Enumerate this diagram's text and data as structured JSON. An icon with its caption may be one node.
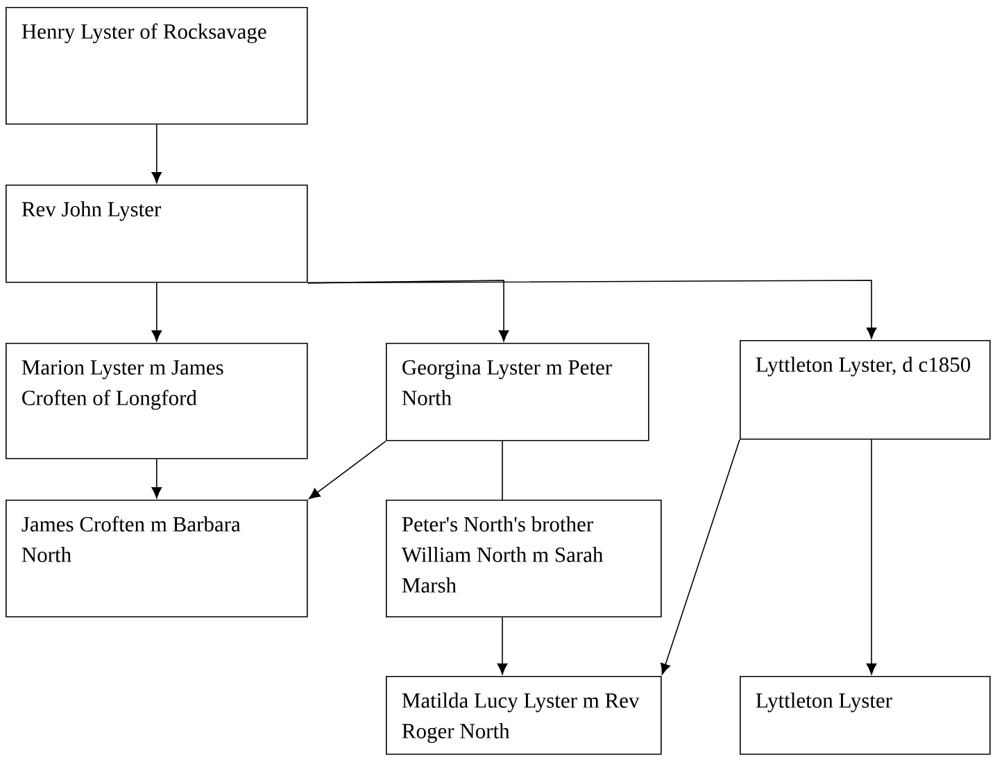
{
  "diagram": {
    "nodes": [
      {
        "text": [
          "Henry Lyster of Rocksavage"
        ]
      },
      {
        "text": [
          "Rev John Lyster"
        ]
      },
      {
        "text": [
          "Marion Lyster m James Croften of Longford"
        ]
      },
      {
        "text": [
          "Georgina Lyster m Peter North"
        ]
      },
      {
        "text": [
          "Lyttleton Lyster, d c1850"
        ]
      },
      {
        "text": [
          "James Croften m Barbara North"
        ]
      },
      {
        "text": [
          "Peter's North's brother William North m Sarah Marsh"
        ]
      },
      {
        "text": [
          "Matilda Lucy Lyster m Rev Roger North"
        ]
      },
      {
        "text": [
          "Lyttleton Lyster"
        ]
      }
    ],
    "edges": [
      {
        "from": 0,
        "to": 1,
        "arrow": "to"
      },
      {
        "from": 1,
        "to": 2,
        "arrow": "to"
      },
      {
        "from": 1,
        "to": 3,
        "arrow": "to"
      },
      {
        "from": 1,
        "to": 4,
        "arrow": "to"
      },
      {
        "from": 2,
        "to": 5,
        "arrow": "to"
      },
      {
        "from": 3,
        "to": 5,
        "arrow": "to"
      },
      {
        "from": 3,
        "to": 6,
        "arrow": "none"
      },
      {
        "from": 6,
        "to": 7,
        "arrow": "to"
      },
      {
        "from": 4,
        "to": 7,
        "arrow": "to"
      },
      {
        "from": 4,
        "to": 8,
        "arrow": "to"
      }
    ]
  }
}
